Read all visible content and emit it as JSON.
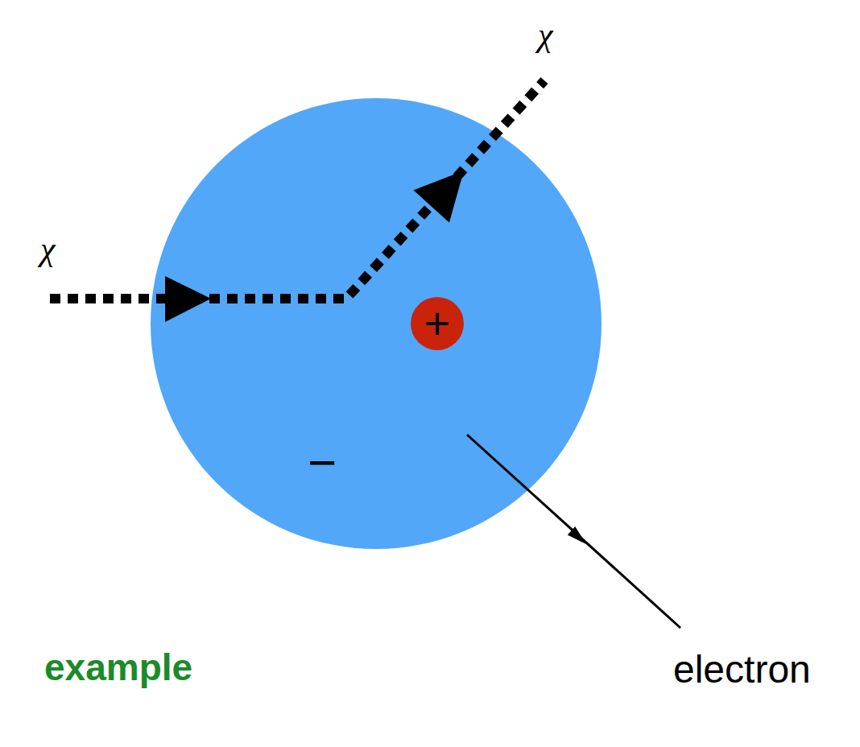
{
  "diagram": {
    "nodes": [
      {
        "text": [
          "−"
        ]
      },
      {
        "text": [
          "+"
        ],
        "in": 0
      }
    ],
    "labels": [
      "χ",
      "χ",
      "example",
      "electron"
    ]
  }
}
